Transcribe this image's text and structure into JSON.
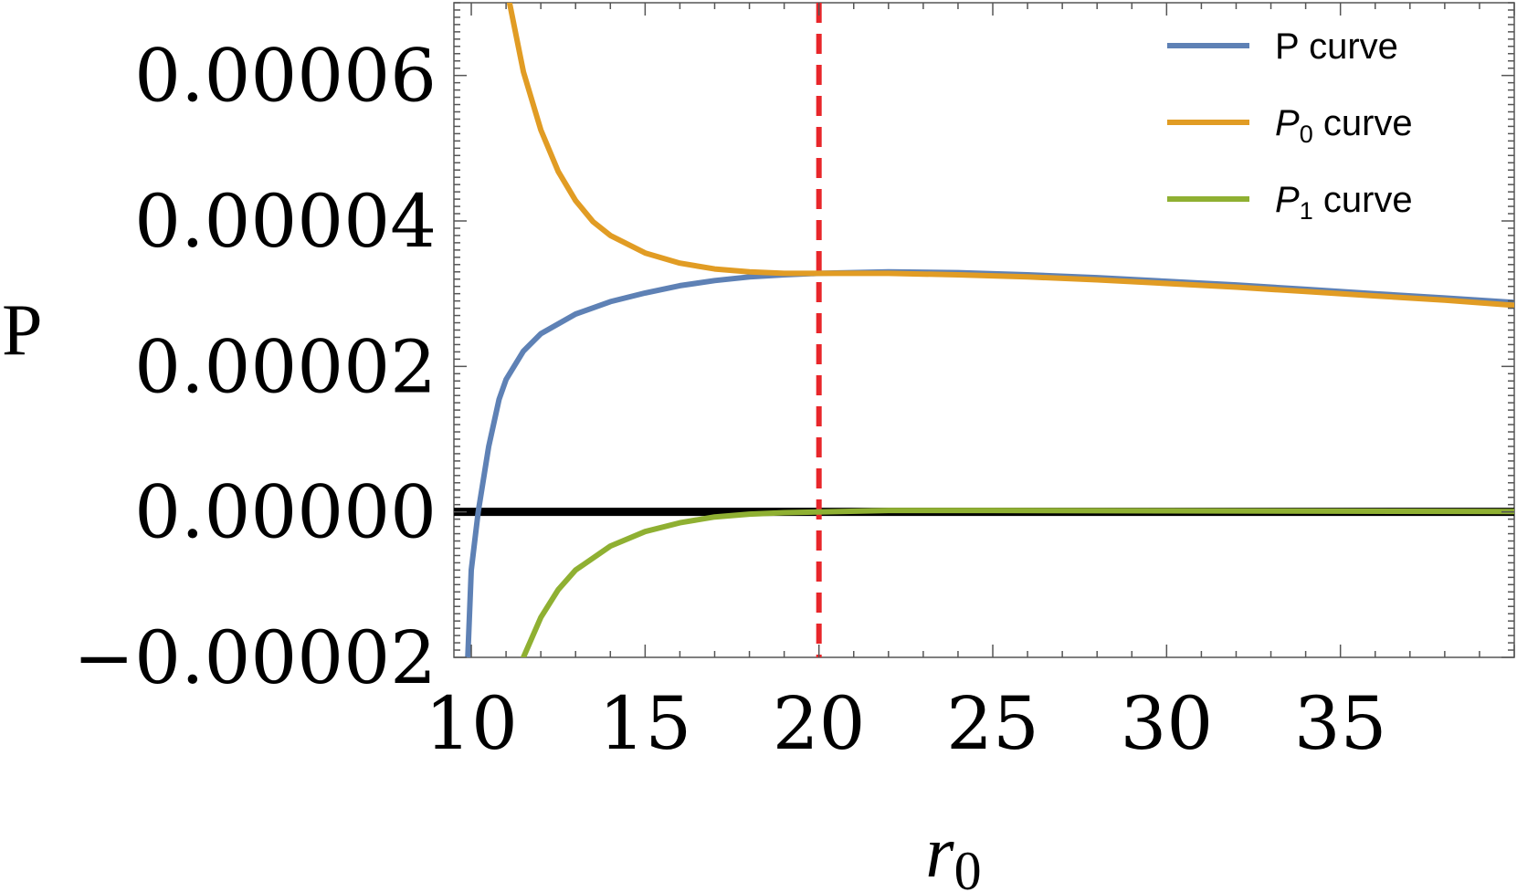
{
  "chart_data": {
    "type": "line",
    "xlabel": "r",
    "xlabel_sub": "0",
    "ylabel": "P",
    "xlim": [
      9.5,
      40
    ],
    "ylim": [
      -2e-05,
      7e-05
    ],
    "x_ticks": [
      10,
      15,
      20,
      25,
      30,
      35
    ],
    "x_tick_labels": [
      "10",
      "15",
      "20",
      "25",
      "30",
      "35"
    ],
    "y_ticks": [
      -2e-05,
      0.0,
      2e-05,
      4e-05,
      6e-05
    ],
    "y_tick_labels": [
      "−0.00002",
      "0.00000",
      "0.00002",
      "0.00004",
      "0.00006"
    ],
    "grid": false,
    "legend_position": "top-right",
    "reference_lines": [
      {
        "orientation": "horizontal",
        "value": 0.0,
        "color": "#000000",
        "style": "solid"
      },
      {
        "orientation": "vertical",
        "value": 20.0,
        "color": "#e8262a",
        "style": "dashed"
      }
    ],
    "series": [
      {
        "name": "P curve",
        "legend_main": "P",
        "legend_sub": "",
        "legend_rest": " curve",
        "italic": false,
        "color": "#5e81b5",
        "x": [
          9.9,
          10.0,
          10.2,
          10.5,
          10.8,
          11.0,
          11.5,
          12.0,
          13.0,
          14.0,
          15.0,
          16.0,
          17.0,
          18.0,
          19.0,
          20.0,
          22.0,
          24.0,
          26.0,
          28.0,
          30.0,
          32.0,
          34.0,
          36.0,
          38.0,
          40.0
        ],
        "y": [
          -2e-05,
          -8e-06,
          0.0,
          9e-06,
          1.55e-05,
          1.82e-05,
          2.21e-05,
          2.45e-05,
          2.72e-05,
          2.89e-05,
          3.01e-05,
          3.11e-05,
          3.18e-05,
          3.23e-05,
          3.26e-05,
          3.28e-05,
          3.3e-05,
          3.29e-05,
          3.26e-05,
          3.22e-05,
          3.17e-05,
          3.12e-05,
          3.06e-05,
          3e-05,
          2.94e-05,
          2.88e-05
        ]
      },
      {
        "name": "P0 curve",
        "legend_main": "P",
        "legend_sub": "0",
        "legend_rest": " curve",
        "italic": true,
        "color": "#e19c24",
        "x": [
          11.1,
          11.5,
          12.0,
          12.5,
          13.0,
          13.5,
          14.0,
          15.0,
          16.0,
          17.0,
          18.0,
          19.0,
          20.0,
          22.0,
          24.0,
          26.0,
          28.0,
          30.0,
          32.0,
          34.0,
          36.0,
          38.0,
          40.0
        ],
        "y": [
          7e-05,
          6.05e-05,
          5.25e-05,
          4.68e-05,
          4.28e-05,
          3.99e-05,
          3.8e-05,
          3.56e-05,
          3.42e-05,
          3.34e-05,
          3.3e-05,
          3.28e-05,
          3.28e-05,
          3.28e-05,
          3.26e-05,
          3.23e-05,
          3.19e-05,
          3.14e-05,
          3.09e-05,
          3.03e-05,
          2.97e-05,
          2.91e-05,
          2.84e-05
        ]
      },
      {
        "name": "P1 curve",
        "legend_main": "P",
        "legend_sub": "1",
        "legend_rest": " curve",
        "italic": true,
        "color": "#8fb032",
        "x": [
          11.5,
          12.0,
          12.5,
          13.0,
          14.0,
          15.0,
          16.0,
          17.0,
          18.0,
          19.0,
          20.0,
          22.0,
          25.0,
          30.0,
          35.0,
          40.0
        ],
        "y": [
          -2e-05,
          -1.45e-05,
          -1.07e-05,
          -8e-06,
          -4.7e-06,
          -2.7e-06,
          -1.5e-06,
          -7e-07,
          -3e-07,
          -1e-07,
          0.0,
          2e-07,
          2e-07,
          1.5e-07,
          1e-07,
          5e-08
        ]
      }
    ]
  }
}
